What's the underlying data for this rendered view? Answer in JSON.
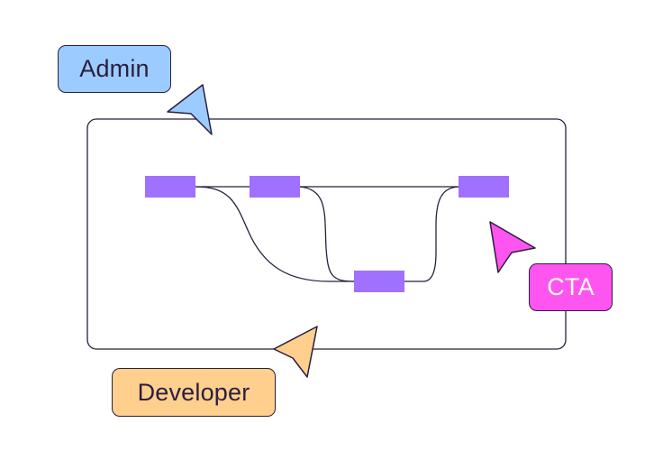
{
  "labels": {
    "admin": {
      "text": "Admin",
      "color": "#9ccbff"
    },
    "developer": {
      "text": "Developer",
      "color": "#ffcf8e"
    },
    "cta": {
      "text": "CTA",
      "color": "#ff55f0"
    }
  },
  "colors": {
    "outline": "#2a1f3d",
    "node": "#a070ff",
    "frame": "#2a1f3d"
  },
  "diagram": {
    "nodes": [
      "node-1",
      "node-2",
      "node-3",
      "node-4"
    ],
    "edges": [
      {
        "from": "node-1",
        "to": "node-2"
      },
      {
        "from": "node-1",
        "to": "node-4"
      },
      {
        "from": "node-2",
        "to": "node-3"
      },
      {
        "from": "node-2",
        "to": "node-4"
      },
      {
        "from": "node-4",
        "to": "node-3"
      }
    ]
  }
}
